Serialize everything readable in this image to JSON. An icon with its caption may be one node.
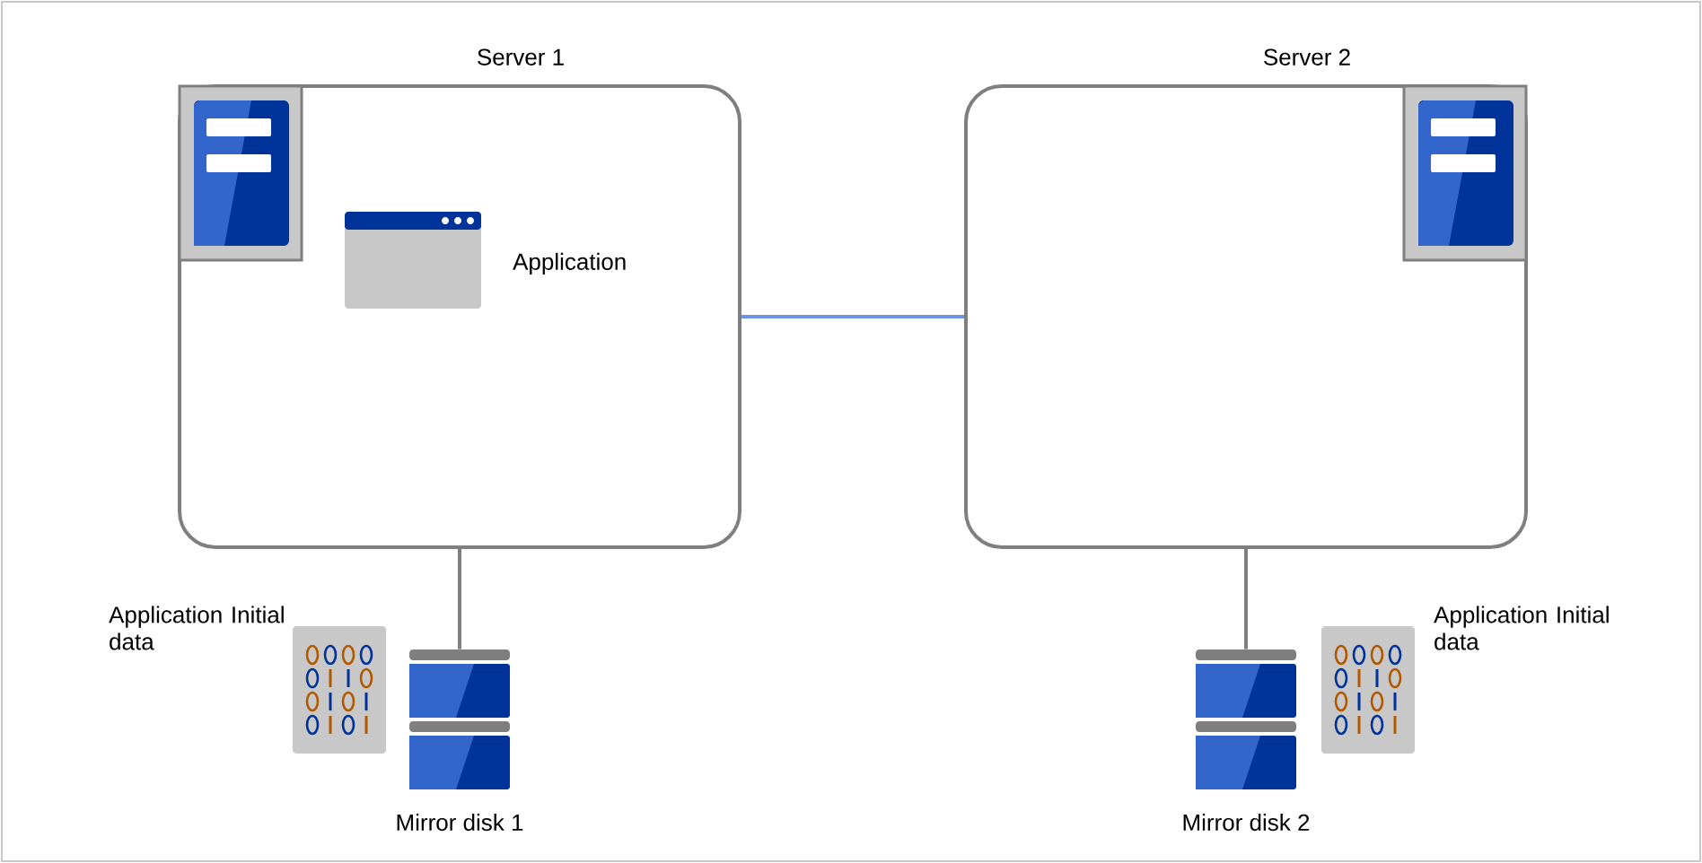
{
  "diagram": {
    "nodes": [
      {
        "text": [
          "Server 1"
        ]
      },
      {
        "text": [
          "Server 2"
        ]
      },
      {
        "text": [],
        "shape": "picture",
        "beside": [
          "Mirror disk 1"
        ]
      },
      {
        "text": [],
        "shape": "picture",
        "beside": [
          "Mirror disk 2"
        ]
      }
    ],
    "edges": [
      {
        "from": 0,
        "to": 1,
        "arrow": "none",
        "color": "#6f94e6"
      },
      {
        "from": 0,
        "to": 2,
        "arrow": "none"
      },
      {
        "from": 1,
        "to": 3,
        "arrow": "none"
      }
    ],
    "labels": [
      "Application",
      "Application Initial data",
      "Application Initial data"
    ]
  }
}
